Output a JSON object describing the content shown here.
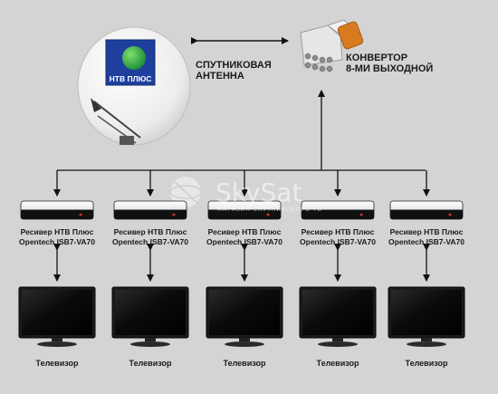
{
  "dish": {
    "logo_text": "НТВ ПЛЮС",
    "label_line1": "СПУТНИКОВАЯ",
    "label_line2": "АНТЕННА"
  },
  "converter": {
    "label_line1": "КОНВЕРТОР",
    "label_line2": "8-МИ ВЫХОДНОЙ"
  },
  "watermark": {
    "brand": "SkySat",
    "tagline": "МАГАЗИН СПУТНИКОВОГО ТВ"
  },
  "receivers": [
    {
      "line1": "Ресивер НТВ Плюс",
      "line2": "Opentech ISB7-VA70"
    },
    {
      "line1": "Ресивер НТВ Плюс",
      "line2": "Opentech ISB7-VA70"
    },
    {
      "line1": "Ресивер НТВ Плюс",
      "line2": "Opentech ISB7-VA70"
    },
    {
      "line1": "Ресивер НТВ Плюс",
      "line2": "Opentech ISB7-VA70"
    },
    {
      "line1": "Ресивер НТВ Плюс",
      "line2": "Opentech ISB7-VA70"
    }
  ],
  "tvs": [
    {
      "label": "Телевизор"
    },
    {
      "label": "Телевизор"
    },
    {
      "label": "Телевизор"
    },
    {
      "label": "Телевизор"
    },
    {
      "label": "Телевизор"
    }
  ]
}
